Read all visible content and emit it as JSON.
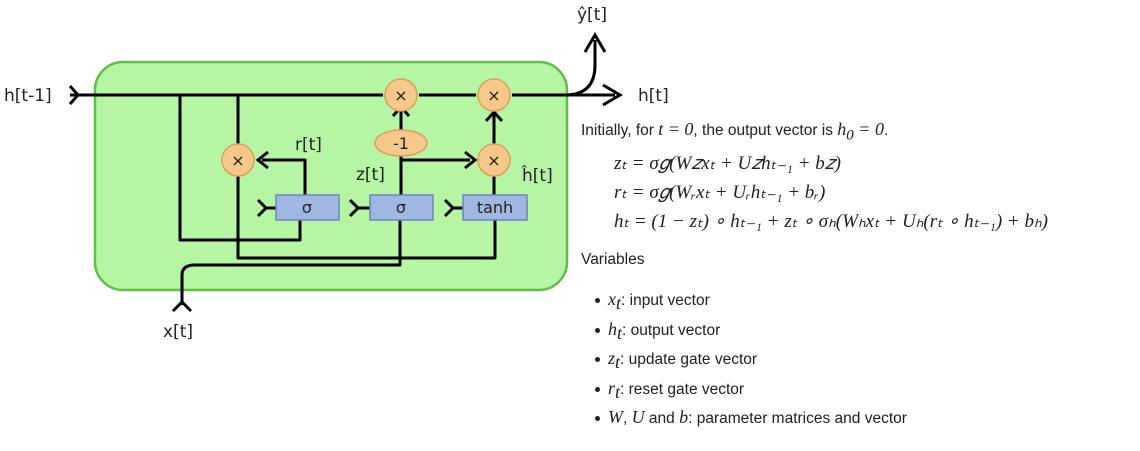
{
  "diagram": {
    "labels": {
      "h_prev": "h[t-1]",
      "y_hat": "ŷ[t]",
      "h_out": "h[t]",
      "x_in": "x[t]",
      "r_gate": "r[t]",
      "z_gate": "z[t]",
      "h_cand": "ĥ[t]"
    },
    "ops": {
      "multiply": "×",
      "minus_one": "-1"
    },
    "gates": {
      "sigma_r": "σ",
      "sigma_z": "σ",
      "tanh": "tanh"
    },
    "colors": {
      "cell_fill": "#b5f5a3",
      "cell_border": "#5fbf4a",
      "op_fill": "#f6c98a",
      "op_border": "#d9a060",
      "gate_fill": "#9fb8e2",
      "gate_border": "#6e86b8",
      "wire": "#000000"
    }
  },
  "text": {
    "intro_prefix": "Initially, for ",
    "intro_t0": "t = 0",
    "intro_middle": ", the output vector is ",
    "intro_h0": "h",
    "intro_h0_sub": "0",
    "intro_h0_rhs": " = 0",
    "intro_end": ".",
    "eq_z": "zₜ = σ𝑔(W𝑧xₜ + U𝑧hₜ₋₁ + b𝑧)",
    "eq_r": "rₜ = σ𝑔(Wᵣxₜ + Uᵣhₜ₋₁ + bᵣ)",
    "eq_h": "hₜ = (1 − zₜ) ∘ hₜ₋₁ + zₜ ∘ σₕ(Wₕxₜ + Uₕ(rₜ ∘ hₜ₋₁) + bₕ)",
    "variables_heading": "Variables",
    "variables": [
      {
        "sym": "x",
        "sub": "t",
        "desc": ": input vector"
      },
      {
        "sym": "h",
        "sub": "t",
        "desc": ": output vector"
      },
      {
        "sym": "z",
        "sub": "t",
        "desc": ": update gate vector"
      },
      {
        "sym": "r",
        "sub": "t",
        "desc": ": reset gate vector"
      }
    ],
    "params_W": "W",
    "params_comma": ", ",
    "params_U": "U",
    "params_and": " and ",
    "params_b": "b",
    "params_desc": ": parameter matrices and vector"
  }
}
